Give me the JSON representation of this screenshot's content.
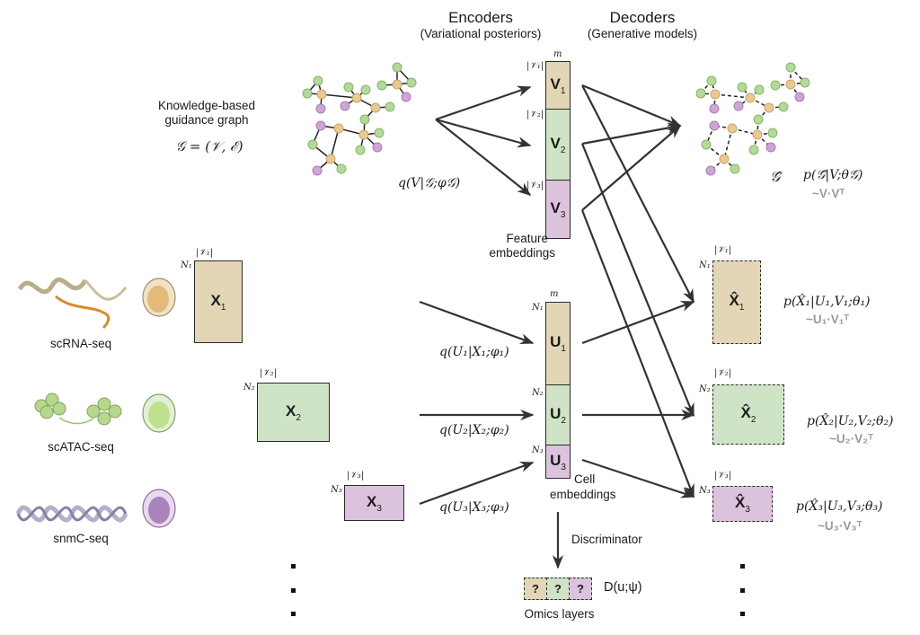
{
  "headers": {
    "encoders_title": "Encoders",
    "encoders_subtitle": "(Variational posteriors)",
    "decoders_title": "Decoders",
    "decoders_subtitle": "(Generative models)"
  },
  "guidance_graph": {
    "label_line1": "Knowledge-based",
    "label_line2": "guidance graph",
    "formula": "𝒢 = (𝒱, ℰ)",
    "encoder_formula": "q(V|𝒢;φ𝒢)",
    "reconstructed_symbol": "𝒢̂",
    "decoder_formula": "p(𝒢̂|V;θ𝒢)",
    "decoder_approx": "~V·Vᵀ"
  },
  "feature_embeddings": {
    "label_line1": "Feature",
    "label_line2": "embeddings",
    "column_dim": "m",
    "blocks": [
      {
        "name": "V",
        "index": "1",
        "row_dim": "|𝒱₁|",
        "color": "#e2d6b6"
      },
      {
        "name": "V",
        "index": "2",
        "row_dim": "|𝒱₂|",
        "color": "#cfe4c7"
      },
      {
        "name": "V",
        "index": "3",
        "row_dim": "|𝒱₃|",
        "color": "#dcc3dd"
      }
    ]
  },
  "cell_embeddings": {
    "label_line1": "Cell",
    "label_line2": "embeddings",
    "column_dim": "m",
    "blocks": [
      {
        "name": "U",
        "index": "1",
        "row_dim": "N₁"
      },
      {
        "name": "U",
        "index": "2",
        "row_dim": "N₂"
      },
      {
        "name": "U",
        "index": "3",
        "row_dim": "N₃"
      }
    ]
  },
  "omics": [
    {
      "assay": "scRNA-seq",
      "matrix": "X",
      "index": "1",
      "rows": "N₁",
      "cols": "|𝒱₁|",
      "encoder": "q(U₁|X₁;φ₁)",
      "recon": "X̂",
      "decoder": "p(X̂₁|U₁,V₁;θ₁)",
      "approx": "~U₁·V₁ᵀ"
    },
    {
      "assay": "scATAC-seq",
      "matrix": "X",
      "index": "2",
      "rows": "N₂",
      "cols": "|𝒱₂|",
      "encoder": "q(U₂|X₂;φ₂)",
      "recon": "X̂",
      "decoder": "p(X̂₂|U₂,V₂;θ₂)",
      "approx": "~U₂·V₂ᵀ"
    },
    {
      "assay": "snmC-seq",
      "matrix": "X",
      "index": "3",
      "rows": "N₃",
      "cols": "|𝒱₃|",
      "encoder": "q(U₃|X₃;φ₃)",
      "recon": "X̂",
      "decoder": "p(X̂₃|U₃,V₃;θ₃)",
      "approx": "~U₃·V₃ᵀ"
    }
  ],
  "discriminator": {
    "label": "Discriminator",
    "formula": "D(u;ψ)",
    "cells": [
      "?",
      "?",
      "?"
    ],
    "caption": "Omics layers"
  },
  "continuation_marks": [
    "·",
    "·",
    "·"
  ],
  "colors": {
    "tan": "#e2d6b6",
    "green": "#cfe4c7",
    "purple": "#dcc3dd",
    "node_tan": "#e8c894",
    "node_green": "#b5d99a",
    "node_purple": "#cfa4d6",
    "arrow": "#333333",
    "gray_text": "#999999"
  }
}
